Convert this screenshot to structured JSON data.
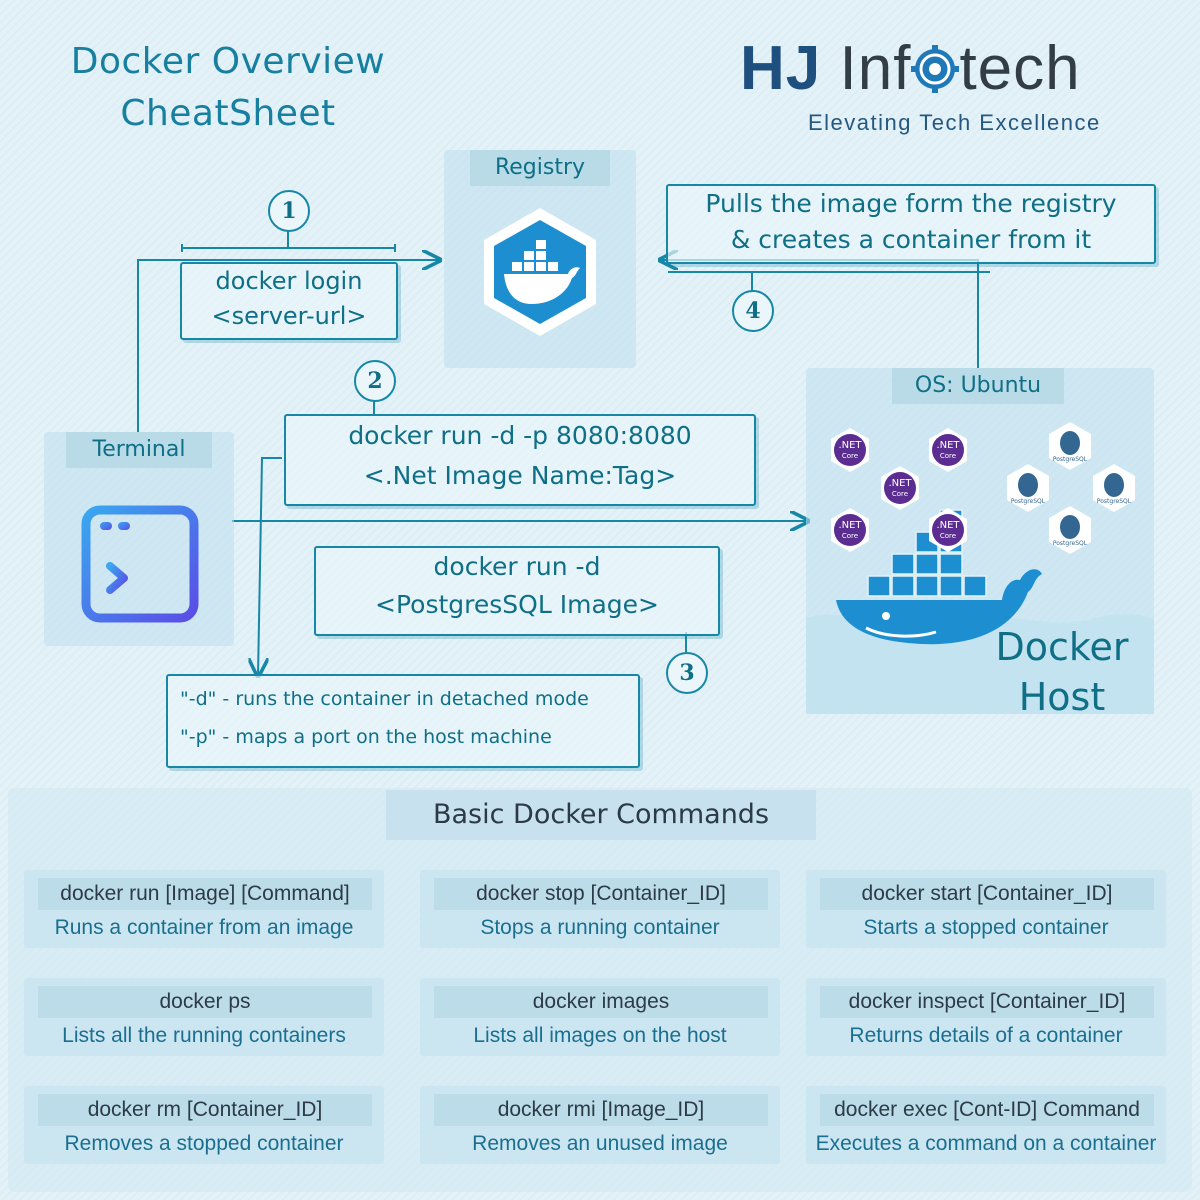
{
  "title": {
    "line1": "Docker Overview",
    "line2": "CheatSheet"
  },
  "logo": {
    "brand_a": "HJ",
    "brand_b": "Inf",
    "brand_c": "tech",
    "tagline": "Elevating Tech Excellence"
  },
  "registry": {
    "label": "Registry",
    "icon": "docker-whale-icon"
  },
  "terminal": {
    "label": "Terminal",
    "icon": "terminal-window-icon"
  },
  "host": {
    "os_label": "OS: Ubuntu",
    "title_line1": "Docker",
    "title_line2": "Host",
    "net_badge_text": ".NET",
    "net_badge_sub": "Core",
    "pg_badge_text": "PostgreSQL"
  },
  "steps": [
    {
      "num": "1",
      "line1": "docker login",
      "line2": "<server-url>"
    },
    {
      "num": "2",
      "line1": "docker run -d -p 8080:8080",
      "line2": "<.Net Image Name:Tag>"
    },
    {
      "num": "3",
      "line1": "docker run -d",
      "line2": "<PostgresSQL Image>"
    },
    {
      "num": "4",
      "line1": "Pulls the image form the registry",
      "line2": "& creates a container from it"
    }
  ],
  "notes": {
    "line1": "\"-d\" - runs the container in detached mode",
    "line2": "\"-p\" - maps a port on the host machine"
  },
  "commands_title": "Basic Docker Commands",
  "commands": [
    {
      "cmd": "docker run [Image] [Command]",
      "desc": "Runs a container from an image"
    },
    {
      "cmd": "docker stop [Container_ID]",
      "desc": "Stops a running container"
    },
    {
      "cmd": "docker start [Container_ID]",
      "desc": "Starts a stopped container"
    },
    {
      "cmd": "docker ps",
      "desc": "Lists all the running containers"
    },
    {
      "cmd": "docker images",
      "desc": "Lists all images on the host"
    },
    {
      "cmd": "docker inspect [Container_ID]",
      "desc": "Returns details of a container"
    },
    {
      "cmd": "docker rm [Container_ID]",
      "desc": "Removes a stopped container"
    },
    {
      "cmd": "docker rmi [Image_ID]",
      "desc": "Removes an unused image"
    },
    {
      "cmd": "docker exec [Cont-ID] Command",
      "desc": "Executes a command on a container"
    }
  ],
  "colors": {
    "accent": "#1787a7",
    "text": "#0e6f86",
    "panel": "#b9dbe8",
    "brand_dark": "#1f4f7e",
    "docker_blue": "#1d8fd0"
  }
}
